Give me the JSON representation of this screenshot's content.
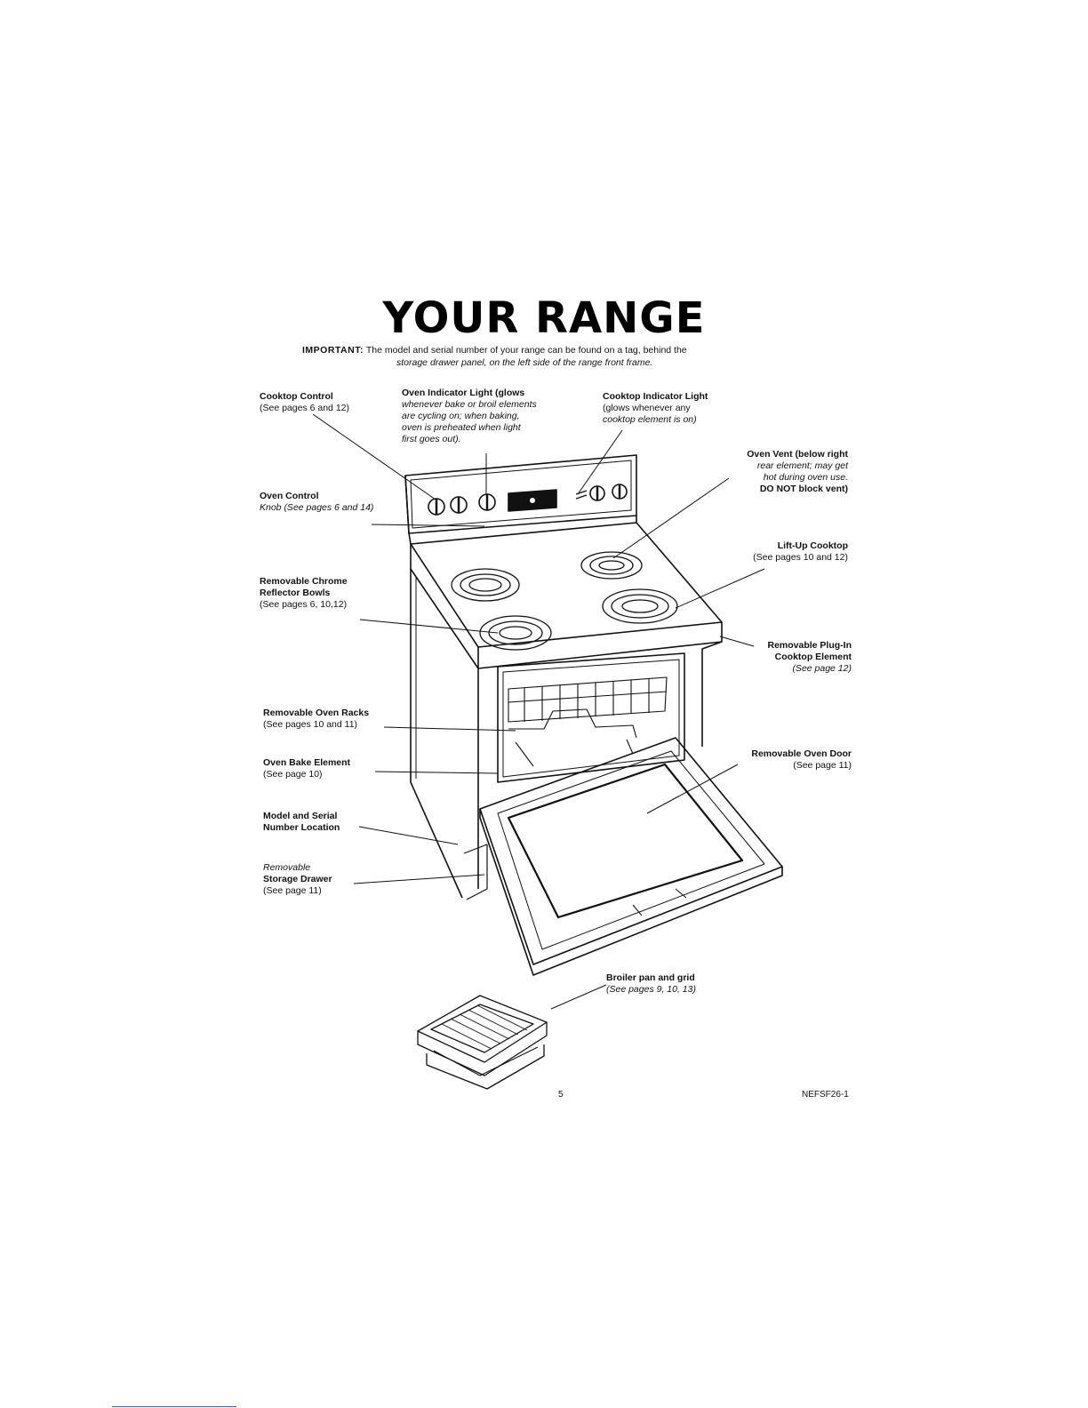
{
  "title": "YOUR RANGE",
  "important": {
    "label": "IMPORTANT:",
    "line1": "The model and serial number of your range can be found on a tag, behind the",
    "line2": "storage drawer panel, on the left side of the range front frame."
  },
  "callouts": [
    {
      "id": "cooktop-control",
      "lines": [
        "Cooktop Control",
        "(See pages 6 and 12)"
      ]
    },
    {
      "id": "oven-indicator-light",
      "lines": [
        "Oven Indicator Light (glows",
        "whenever bake or broil elements",
        "are cycling on; when baking,",
        "oven is preheated when light",
        "first goes out)."
      ]
    },
    {
      "id": "cooktop-indicator-light",
      "lines": [
        "Cooktop Indicator Light",
        "(glows whenever any",
        "cooktop element is on)"
      ]
    },
    {
      "id": "oven-vent",
      "lines": [
        "Oven Vent (below right",
        "rear element; may get",
        "hot during oven use.",
        "DO NOT block vent)"
      ]
    },
    {
      "id": "oven-control-knob",
      "lines": [
        "Oven Control",
        "Knob (See pages 6 and 14)"
      ]
    },
    {
      "id": "lift-up-cooktop",
      "lines": [
        "Lift-Up Cooktop",
        "(See pages 10 and 12)"
      ]
    },
    {
      "id": "reflector-bowls",
      "lines": [
        "Removable Chrome",
        "Reflector Bowls",
        "(See pages 6, 10,12)"
      ]
    },
    {
      "id": "plug-in-element",
      "lines": [
        "Removable Plug-In",
        "Cooktop Element",
        "(See page 12)"
      ]
    },
    {
      "id": "oven-racks",
      "lines": [
        "Removable Oven Racks",
        "(See pages 10 and 11)"
      ]
    },
    {
      "id": "oven-door",
      "lines": [
        "Removable Oven Door",
        "(See page 11)"
      ]
    },
    {
      "id": "bake-element",
      "lines": [
        "Oven Bake Element",
        "(See page 10)"
      ]
    },
    {
      "id": "serial-location",
      "lines": [
        "Model and Serial",
        "Number Location"
      ]
    },
    {
      "id": "storage-drawer",
      "lines": [
        "Removable",
        "Storage Drawer",
        "(See page 11)"
      ]
    },
    {
      "id": "broiler-pan",
      "lines": [
        "Broiler pan and grid",
        "(See pages 9, 10, 13)"
      ]
    }
  ],
  "page_number": "5",
  "doc_code": "NEFSF26-1"
}
